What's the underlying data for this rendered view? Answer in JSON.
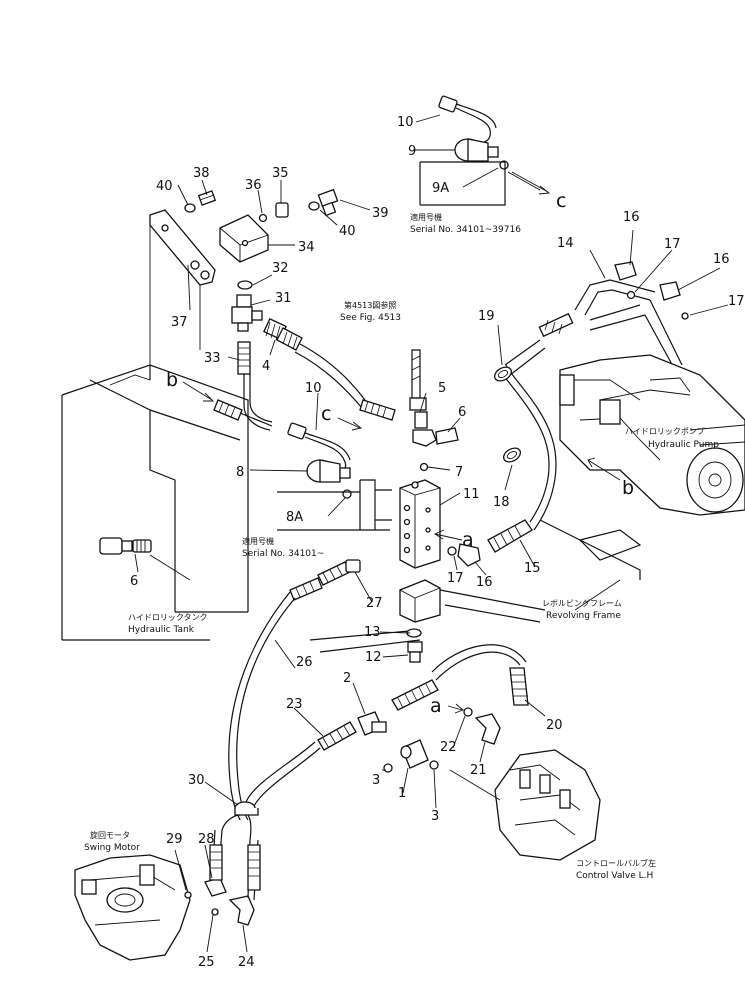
{
  "part_numbers": [
    "1",
    "2",
    "3",
    "3",
    "4",
    "5",
    "6",
    "6",
    "7",
    "8",
    "8A",
    "9",
    "9A",
    "10",
    "10",
    "11",
    "12",
    "13",
    "14",
    "15",
    "16",
    "16",
    "16",
    "17",
    "17",
    "17",
    "18",
    "19",
    "20",
    "21",
    "22",
    "23",
    "24",
    "25",
    "26",
    "27",
    "28",
    "29",
    "30",
    "31",
    "32",
    "33",
    "34",
    "35",
    "36",
    "37",
    "38",
    "39",
    "40",
    "40"
  ],
  "callout_letters": [
    "a",
    "a",
    "b",
    "b",
    "c",
    "c"
  ],
  "labels": {
    "serial_top_jp": "適用号機",
    "serial_top_en": "Serial No. 34101~39716",
    "see_fig_jp": "第4513図参照",
    "see_fig_en": "See Fig. 4513",
    "serial_mid_jp": "適用号機",
    "serial_mid_en": "Serial No. 34101~",
    "hydraulic_pump_jp": "ハイドロリックポンプ",
    "hydraulic_pump_en": "Hydraulic Pump",
    "hydraulic_tank_jp": "ハイドロリックタンク",
    "hydraulic_tank_en": "Hydraulic Tank",
    "revolving_frame_jp": "レボルビングフレーム",
    "revolving_frame_en": "Revolving Frame",
    "swing_motor_jp": "旋回モータ",
    "swing_motor_en": "Swing Motor",
    "control_valve_jp": "コントロールバルブ左",
    "control_valve_en": "Control Valve L.H"
  }
}
